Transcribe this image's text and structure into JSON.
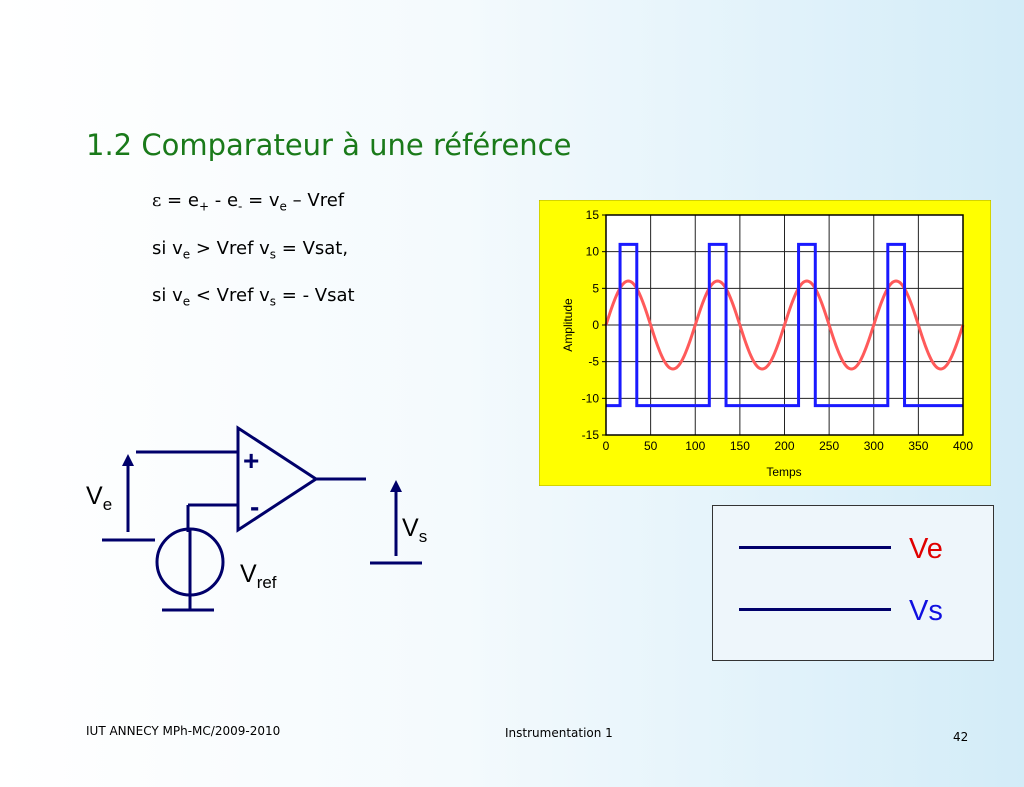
{
  "slide": {
    "title": "1.2 Comparateur à une référence",
    "eq1": {
      "eps": "ε",
      "a": " = e",
      "s1": "+",
      "b": " - e",
      "s2": "-",
      "c": " = v",
      "s3": "e",
      "d": " – Vref"
    },
    "eq2": {
      "a": "si  v",
      "s1": "e",
      "b": " > Vref  v",
      "s2": "s",
      "c": " =  Vsat,"
    },
    "eq3": {
      "a": "si v",
      "s1": "e",
      "b": " < Vref  v",
      "s2": "s",
      "c": " = - Vsat"
    }
  },
  "circuit": {
    "plus_sign": "+",
    "minus_sign": "-",
    "ve": {
      "main": "V",
      "sub": "e"
    },
    "vs": {
      "main": "V",
      "sub": "s"
    },
    "vref": {
      "main": "V",
      "sub": "ref"
    }
  },
  "legend": {
    "items": [
      {
        "label": "Ve",
        "color": "#e00000"
      },
      {
        "label": "Vs",
        "color": "#1010e0"
      }
    ]
  },
  "chart_data": {
    "type": "line",
    "xlabel": "Temps",
    "ylabel": "Amplitude",
    "xlim": [
      0,
      400
    ],
    "ylim": [
      -15,
      15
    ],
    "xticks": [
      0,
      50,
      100,
      150,
      200,
      250,
      300,
      350,
      400
    ],
    "yticks": [
      15,
      10,
      5,
      0,
      -5,
      -10,
      -15
    ],
    "grid": true,
    "series": [
      {
        "color": "#ff5a5a",
        "function": "sine",
        "amplitude": 6,
        "period": 100,
        "phase_x": 0
      },
      {
        "color": "#1a1aff",
        "function": "comparator",
        "high": 11,
        "low": -11,
        "threshold": 5
      }
    ]
  },
  "footer": {
    "left": "IUT ANNECY MPh-MC/2009-2010",
    "center": "Instrumentation 1",
    "page": "42"
  }
}
